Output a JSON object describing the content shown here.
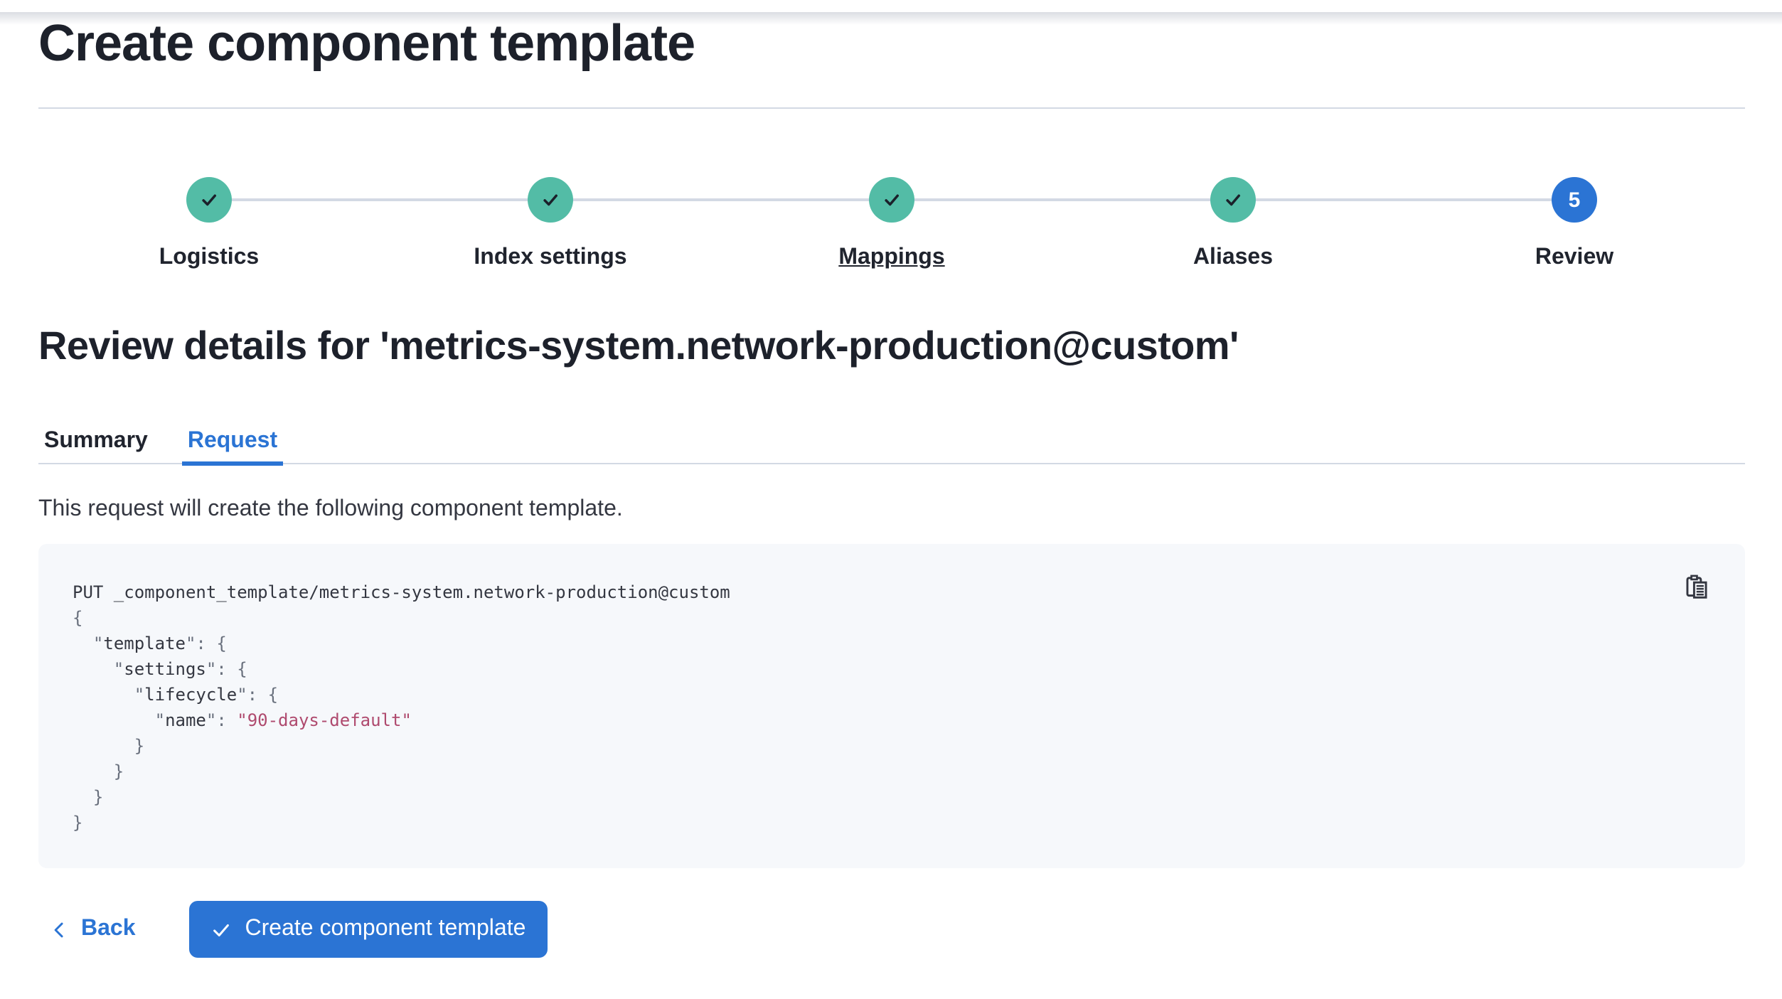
{
  "page": {
    "title": "Create component template"
  },
  "colors": {
    "primary": "#2b74d4",
    "success_teal": "#53bca6",
    "divider": "#d3d9e4",
    "code_background": "#f6f8fb",
    "code_string": "#af4a6e"
  },
  "stepper": {
    "steps": [
      {
        "label": "Logistics",
        "status": "complete"
      },
      {
        "label": "Index settings",
        "status": "complete"
      },
      {
        "label": "Mappings",
        "status": "complete",
        "underline": true
      },
      {
        "label": "Aliases",
        "status": "complete"
      },
      {
        "label": "Review",
        "status": "current",
        "number": "5"
      }
    ]
  },
  "review": {
    "heading": "Review details for 'metrics-system.network-production@custom'",
    "description": "This request will create the following component template."
  },
  "tabs": [
    {
      "label": "Summary",
      "selected": false
    },
    {
      "label": "Request",
      "selected": true
    }
  ],
  "code_block": {
    "copy_icon": "copy-icon",
    "lines": [
      {
        "segments": [
          {
            "c": "d",
            "t": "PUT _component_template/metrics-system.network-production@custom"
          }
        ]
      },
      {
        "segments": [
          {
            "c": "p",
            "t": "{"
          }
        ]
      },
      {
        "segments": [
          {
            "c": "p",
            "t": "  \""
          },
          {
            "c": "k",
            "t": "template"
          },
          {
            "c": "p",
            "t": "\": {"
          }
        ]
      },
      {
        "segments": [
          {
            "c": "p",
            "t": "    \""
          },
          {
            "c": "k",
            "t": "settings"
          },
          {
            "c": "p",
            "t": "\": {"
          }
        ]
      },
      {
        "segments": [
          {
            "c": "p",
            "t": "      \""
          },
          {
            "c": "k",
            "t": "lifecycle"
          },
          {
            "c": "p",
            "t": "\": {"
          }
        ]
      },
      {
        "segments": [
          {
            "c": "p",
            "t": "        \""
          },
          {
            "c": "k",
            "t": "name"
          },
          {
            "c": "p",
            "t": "\": "
          },
          {
            "c": "s",
            "t": "\"90-days-default\""
          }
        ]
      },
      {
        "segments": [
          {
            "c": "p",
            "t": "      }"
          }
        ]
      },
      {
        "segments": [
          {
            "c": "p",
            "t": "    }"
          }
        ]
      },
      {
        "segments": [
          {
            "c": "p",
            "t": "  }"
          }
        ]
      },
      {
        "segments": [
          {
            "c": "p",
            "t": "}"
          }
        ]
      }
    ]
  },
  "footer": {
    "back_label": "Back",
    "submit_label": "Create component template"
  }
}
